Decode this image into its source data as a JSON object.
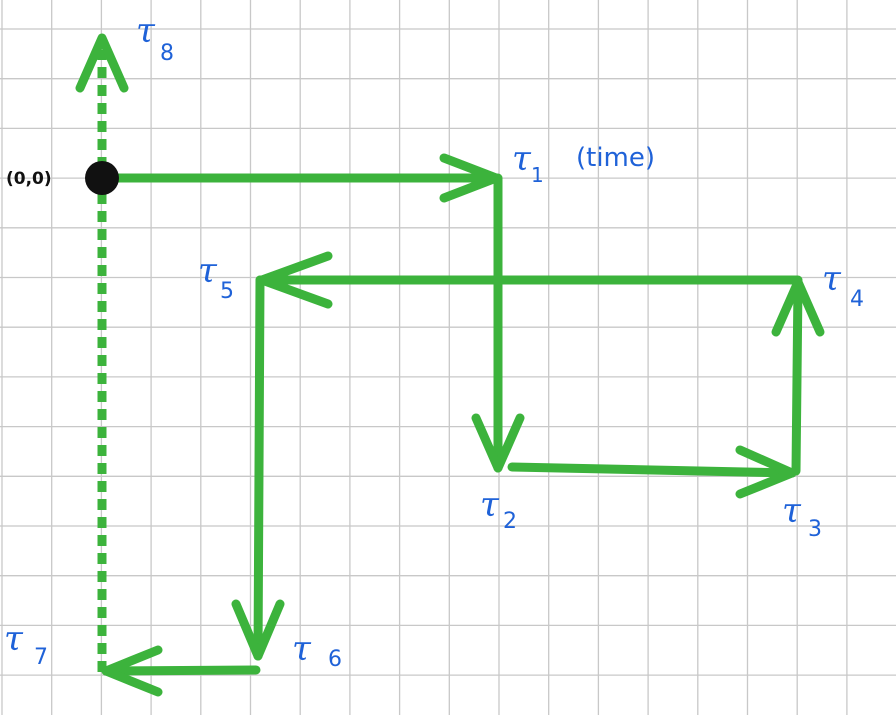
{
  "colors": {
    "path": "#3cb33c",
    "label": "#1f62d8",
    "origin": "#111111",
    "grid": "#c8c8c8"
  },
  "origin": {
    "label": "(0,0)"
  },
  "labels": {
    "t1": {
      "glyph": "τ",
      "sub": "1",
      "note": "(time)"
    },
    "t2": {
      "glyph": "τ",
      "sub": "2"
    },
    "t3": {
      "glyph": "τ",
      "sub": "3"
    },
    "t4": {
      "glyph": "τ",
      "sub": "4"
    },
    "t5": {
      "glyph": "τ",
      "sub": "5"
    },
    "t6": {
      "glyph": "τ",
      "sub": "6"
    },
    "t7": {
      "glyph": "τ",
      "sub": "7"
    },
    "t8": {
      "glyph": "τ",
      "sub": "8"
    }
  }
}
